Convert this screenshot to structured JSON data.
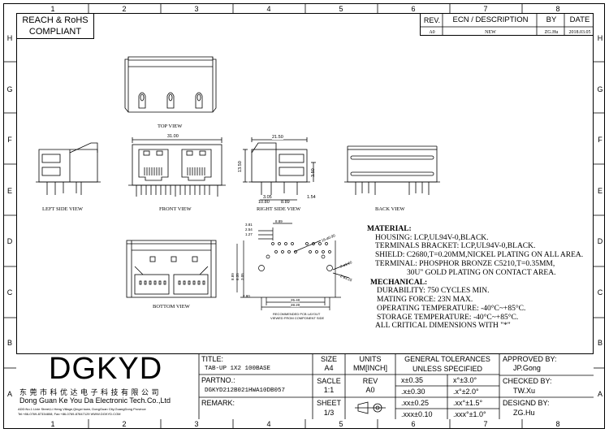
{
  "compliance": {
    "line1": "REACH & RoHS",
    "line2": "COMPLIANT"
  },
  "revision_table": {
    "headers": {
      "rev": "REV.",
      "ecn": "ECN / DESCRIPTION",
      "by": "BY",
      "date": "DATE"
    },
    "row": {
      "rev": "A0",
      "ecn": "NEW",
      "by": "ZG.Hu",
      "date": "2018.03.05"
    }
  },
  "zones": {
    "columns": [
      "1",
      "2",
      "3",
      "4",
      "5",
      "6",
      "7",
      "8"
    ],
    "rows": [
      "H",
      "G",
      "F",
      "E",
      "D",
      "C",
      "B",
      "A"
    ]
  },
  "views": {
    "top": "TOP VIEW",
    "left": "LEFT SIDE VIEW",
    "front": "FRONT VIEW",
    "right": "RIGHT SIDE VIEW",
    "back": "BACK VIEW",
    "bottom": "BOTTOM VIEW",
    "pcb_line1": "RECOMMENDED PCB LAYOUT",
    "pcb_line2": "VIEWED FROM COMPONENT SIDE"
  },
  "dimensions": {
    "front_width": "31.00",
    "right_width": "21.50",
    "right_height": "13.50",
    "right_h2": "3.50",
    "d305": "3.05",
    "d154": "1.54",
    "d1080": "10.80",
    "d889": "8.89",
    "p889": "8.89",
    "p381": "3.81",
    "p254": "2.54",
    "p127": "1.27",
    "hole_a": "16-ø0.90",
    "hole_b": "2-ø1.60",
    "hole_c": "2-ø3.25",
    "p2540": "25.40",
    "p2820": "28.20",
    "p280": "2.80",
    "v889": "8.89",
    "v635": "6.35",
    "v305": "3.05"
  },
  "specs": {
    "material_title": "MATERIAL:",
    "material": [
      "HOUSING: LCP,UL94V-0,BLACK.",
      "TERMINALS BRACKET: LCP,UL94V-0,BLACK.",
      "SHIELD: C2680,T=0.20MM,NICKEL PLATING ON ALL AREA.",
      "TERMINAL: PHOSPHOR BRONZE C5210,T=0.35MM,",
      "30U\" GOLD PLATING ON CONTACT AREA."
    ],
    "mechanical_title": "MECHANICAL:",
    "mechanical": [
      "DURABILITY: 750 CYCLES MIN.",
      "MATING FORCE: 23N MAX.",
      "OPERATING TEMPERATURE: -40°C~+85°C.",
      "STORAGE TEMPERATURE: -40°C~+85°C.",
      "ALL CRITICAL DIMENSIONS WITH \"*\""
    ]
  },
  "title_block": {
    "company_logo": "DGKYD",
    "company_cn": "东 莞 市 科 优 达 电 子 科 技 有 限 公 司",
    "company_en": "Dong Guan Ke You Da Electronic Tech.Co.,Ltd",
    "address": "ADD:No.1 Lixie Street,Li Heng Village,Qingxi town, DongGuan City,GuangDong Province",
    "contact": "Tel:+86-0769-87334808; Fax:+86-0769-87847129  WWW.DGKYD.COM",
    "title_label": "TITLE:",
    "title_value": "TAB-UP 1X2 100BASE",
    "partno_label": "PARTNO.:",
    "partno_value": "DGKYD212B021HWA10DB057",
    "remark_label": "REMARK:",
    "size_label": "SIZE",
    "size_value": "A4",
    "units_label": "UNITS",
    "units_value": "MM[INCH]",
    "scale_label": "SACLE",
    "scale_value": "1:1",
    "rev_label": "REV",
    "rev_value": "A0",
    "sheet_label": "SHEET",
    "sheet_value": "1/3",
    "tolerances_title1": "GENERAL TOLERANCES",
    "tolerances_title2": "UNLESS SPECIFIED",
    "tolerances": [
      [
        "x±0.35",
        "x°±3.0°"
      ],
      [
        ".x±0.30",
        ".x°±2.0°"
      ],
      [
        ".xx±0.25",
        ".xx°±1.5°"
      ],
      [
        ".xxx±0.10",
        ".xxx°±1.0°"
      ]
    ],
    "approved_label": "APPROVED BY:",
    "approved_value": "JP.Gong",
    "checked_label": "CHECKED BY:",
    "checked_value": "TW.Xu",
    "designed_label": "DESIGND BY:",
    "designed_value": "ZG.Hu"
  }
}
